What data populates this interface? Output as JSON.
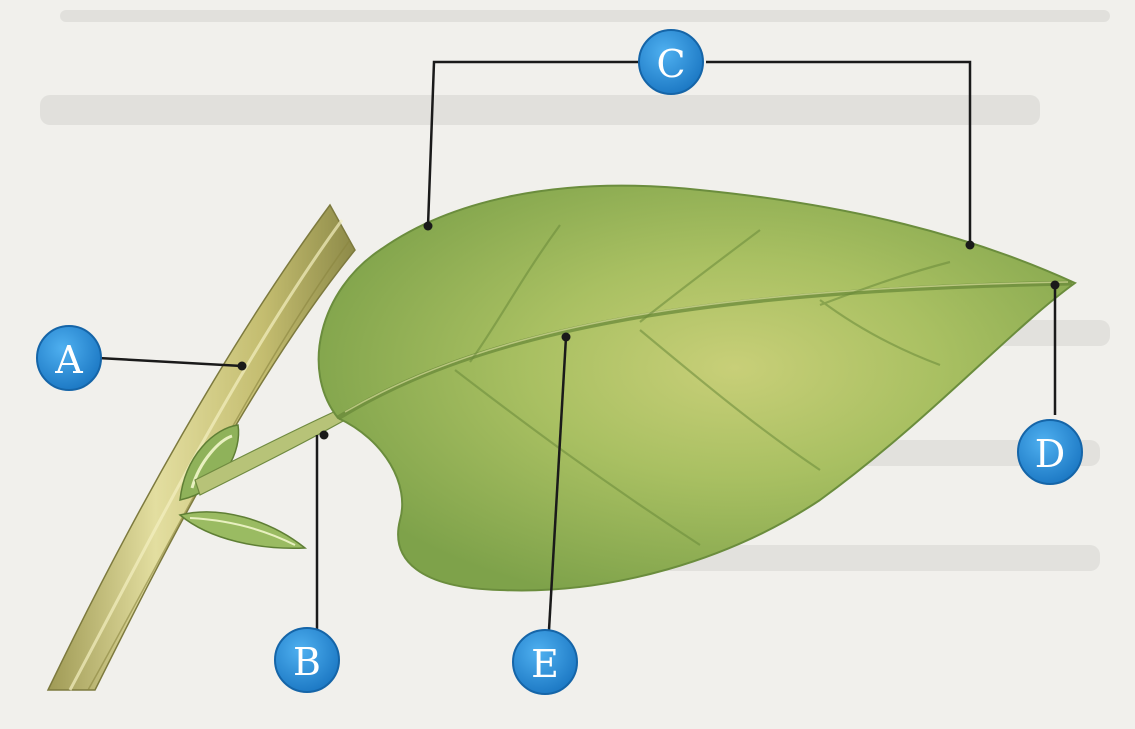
{
  "labels": {
    "a": "A",
    "b": "B",
    "c": "C",
    "d": "D",
    "e": "E"
  },
  "colors": {
    "badge": "#2a8fd6",
    "badge_edge": "#1565a8",
    "leaf": "#8fb25a",
    "leaf_dark": "#6f9640",
    "leaf_light": "#c9cf7a",
    "stem": "#c8c27a",
    "leader": "#1a1a1a",
    "background": "#f1f0ec"
  }
}
